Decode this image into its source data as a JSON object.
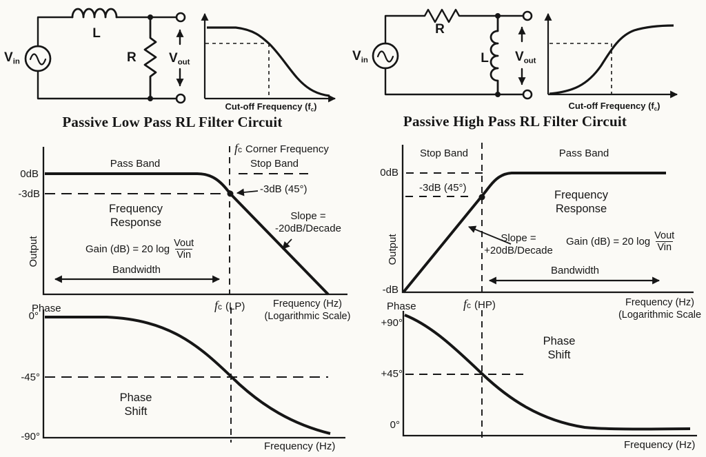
{
  "colors": {
    "ink": "#161616",
    "background": "#fbfaf6"
  },
  "low_pass": {
    "title": "Passive Low Pass RL Filter Circuit",
    "circuit": {
      "vin_v": "V",
      "vin_sub": "in",
      "inductor": "L",
      "resistor": "R",
      "vout_v": "V",
      "vout_sub": "out"
    },
    "mini_graph": {
      "cutoff_pre": "Cut-off Frequency (f",
      "cutoff_sub": "c",
      "cutoff_post": ")"
    },
    "response": {
      "tick_0db": "0dB",
      "tick_m3db": "-3dB",
      "ylabel": "Output",
      "pass_band": "Pass Band",
      "stop_band": "Stop Band",
      "corner_f": "f",
      "corner_c": "c",
      "corner_text": "Corner Frequency",
      "point_label": "-3dB (45°)",
      "resp_line1": "Frequency",
      "resp_line2": "Response",
      "slope_line1": "Slope =",
      "slope_line2": "-20dB/Decade",
      "gain_prefix": "Gain (dB) = 20 log",
      "gain_num": "Vout",
      "gain_den": "Vin",
      "bandwidth": "Bandwidth"
    },
    "phase": {
      "axis_label": "Phase",
      "tick_top": "0°",
      "tick_mid": "-45°",
      "tick_bottom": "-90°",
      "fc_f": "f",
      "fc_c": "c",
      "fc_text": "(LP)",
      "xlabel_line1": "Frequency (Hz)",
      "xlabel_line2": "(Logarithmic Scale)",
      "shift_line1": "Phase",
      "shift_line2": "Shift",
      "xaxis_label": "Frequency (Hz)"
    }
  },
  "high_pass": {
    "title": "Passive High Pass RL Filter Circuit",
    "circuit": {
      "vin_v": "V",
      "vin_sub": "in",
      "inductor": "L",
      "resistor": "R",
      "vout_v": "V",
      "vout_sub": "out"
    },
    "mini_graph": {
      "cutoff_pre": "Cut-off Frequency (f",
      "cutoff_sub": "c",
      "cutoff_post": ")"
    },
    "response": {
      "tick_0db": "0dB",
      "tick_bottom": "-dB",
      "ylabel": "Output",
      "stop_band": "Stop Band",
      "pass_band": "Pass Band",
      "point_label": "-3dB (45°)",
      "resp_line1": "Frequency",
      "resp_line2": "Response",
      "slope_line1": "Slope =",
      "slope_line2": "+20dB/Decade",
      "gain_prefix": "Gain (dB) = 20 log",
      "gain_num": "Vout",
      "gain_den": "Vin",
      "bandwidth": "Bandwidth"
    },
    "phase": {
      "axis_label": "Phase",
      "tick_top": "+90°",
      "tick_mid": "+45°",
      "tick_bottom": "0°",
      "fc_f": "f",
      "fc_c": "c",
      "fc_text": "(HP)",
      "xlabel_line1": "Frequency (Hz)",
      "xlabel_line2": "(Logarithmic Scale",
      "shift_line1": "Phase",
      "shift_line2": "Shift",
      "xaxis_label": "Frequency (Hz)"
    }
  }
}
